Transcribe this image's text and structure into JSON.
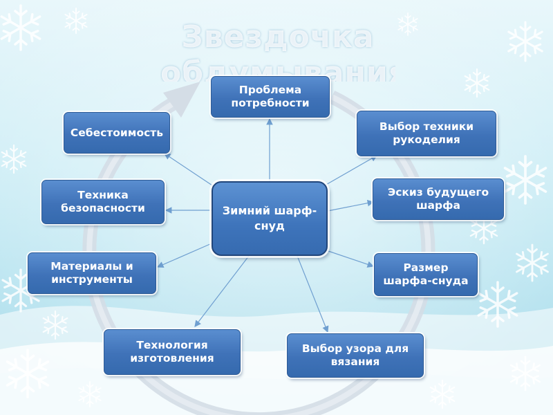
{
  "title": "Звездочка обдумывания:",
  "center": {
    "label": "Зимний шарф-\nснуд"
  },
  "nodes": [
    {
      "id": "problem",
      "label": "Проблема\nпотребности"
    },
    {
      "id": "technique",
      "label": "Выбор техники\nрукоделия"
    },
    {
      "id": "sketch",
      "label": "Эскиз будущего\nшарфа"
    },
    {
      "id": "size",
      "label": "Размер\nшарфа-снуда"
    },
    {
      "id": "pattern",
      "label": "Выбор узора для\nвязания"
    },
    {
      "id": "technology",
      "label": "Технология\nизготовления"
    },
    {
      "id": "materials",
      "label": "Материалы и\nинструменты"
    },
    {
      "id": "safety",
      "label": "Техника\nбезопасности"
    },
    {
      "id": "cost",
      "label": "Себестоимость"
    }
  ],
  "colors": {
    "node_fill": "#3f72b8",
    "node_border": "#2c5a95",
    "connector": "#6f9fd0",
    "cycle_arrow": "#d4dde6",
    "title": "#ffffff"
  }
}
